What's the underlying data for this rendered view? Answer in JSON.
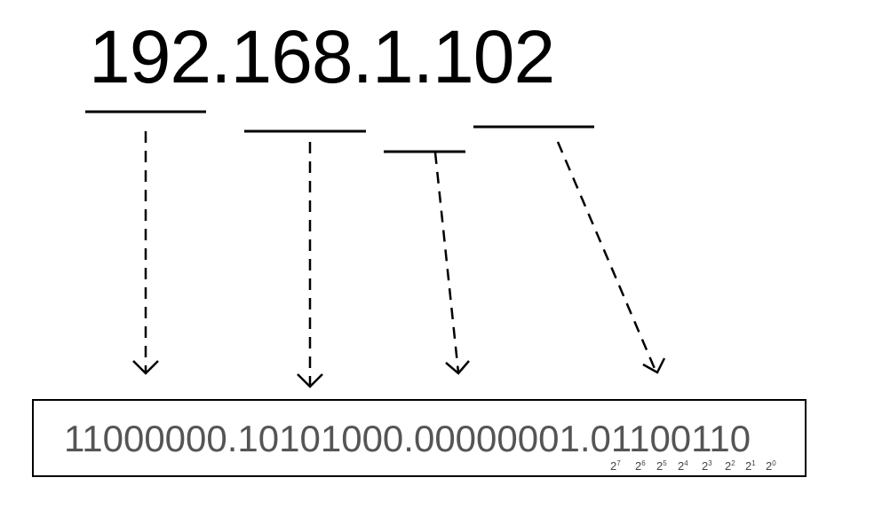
{
  "ip_decimal": "192.168.1.102",
  "ip_binary": "11000000.10101000.00000001.01100110",
  "place_values": [
    {
      "base": "2",
      "exp": "7"
    },
    {
      "base": "2",
      "exp": "6"
    },
    {
      "base": "2",
      "exp": "5"
    },
    {
      "base": "2",
      "exp": "4"
    },
    {
      "base": "2",
      "exp": "3"
    },
    {
      "base": "2",
      "exp": "2"
    },
    {
      "base": "2",
      "exp": "1"
    },
    {
      "base": "2",
      "exp": "0"
    }
  ],
  "colors": {
    "decimal_text": "#000000",
    "binary_text": "#555555",
    "lines": "#000000"
  }
}
